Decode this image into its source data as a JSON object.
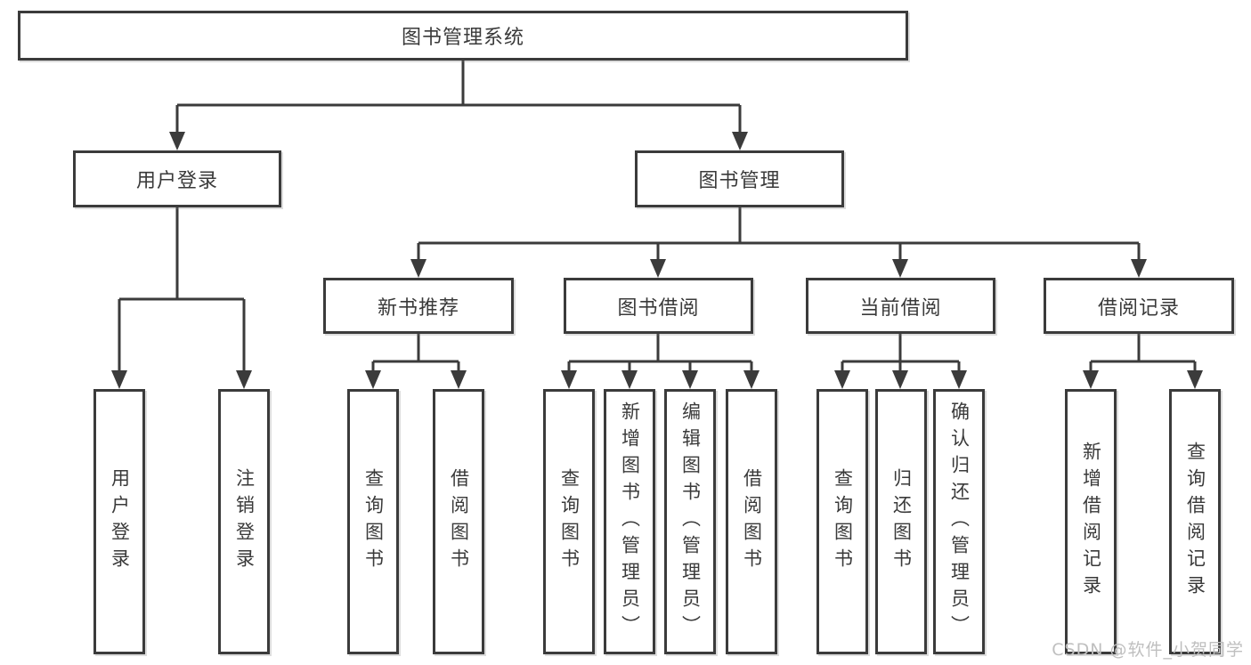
{
  "diagram": {
    "title": "图书管理系统",
    "level2": {
      "user_login": "用户登录",
      "book_management": "图书管理"
    },
    "level3": {
      "new_book_recommend": "新书推荐",
      "book_borrowing": "图书借阅",
      "current_borrowing": "当前借阅",
      "borrowing_records": "借阅记录"
    },
    "leaves": {
      "user_login_leaf": "用户登录",
      "logout_leaf": "注销登录",
      "nb_query_books": "查询图书",
      "nb_borrow_books": "借阅图书",
      "bb_query_books": "查询图书",
      "bb_add_books_admin": "新增图书（管理员）",
      "bb_edit_books_admin": "编辑图书（管理员）",
      "bb_borrow_books": "借阅图书",
      "cb_query_books": "查询图书",
      "cb_return_books": "归还图书",
      "cb_confirm_return_admin": "确认归还（管理员）",
      "br_add_record": "新增借阅记录",
      "br_query_record": "查询借阅记录"
    }
  },
  "watermark": "CSDN @软件_小贺同学",
  "colors": {
    "line": "#3b3b3b",
    "text": "#3a3a3a",
    "box_background": "#ffffff",
    "page_background": "#ffffff",
    "watermark": "#bfbfbf"
  }
}
